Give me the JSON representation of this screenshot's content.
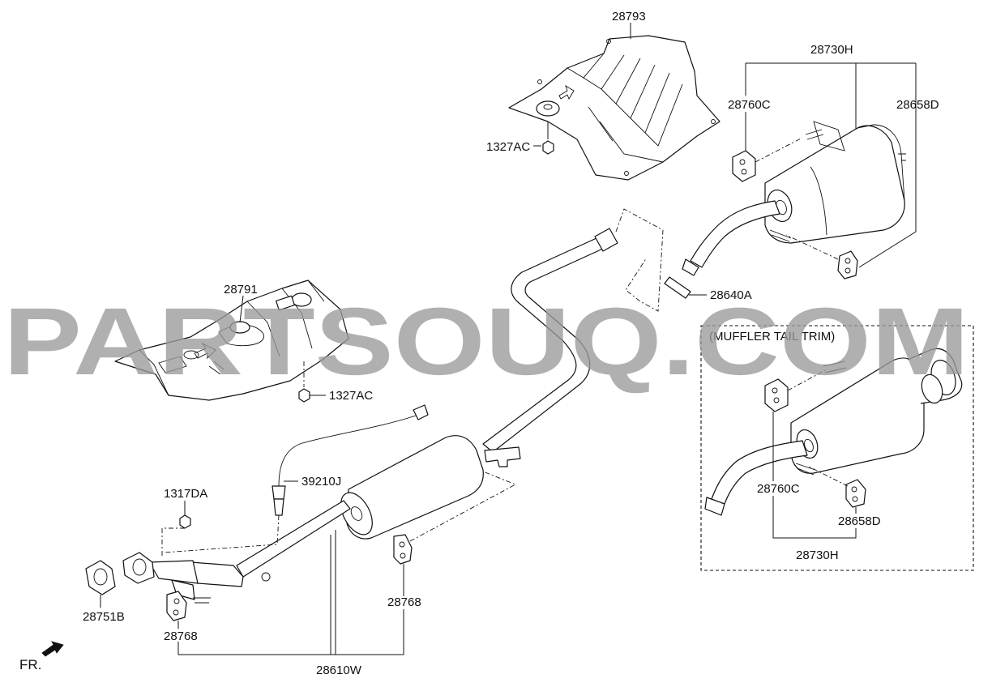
{
  "diagram": {
    "labels": {
      "p28793": "28793",
      "p28730H_top": "28730H",
      "p28760C_top": "28760C",
      "p28658D_top": "28658D",
      "p1327AC_top": "1327AC",
      "p28791": "28791",
      "p28640A": "28640A",
      "p1327AC_mid": "1327AC",
      "p39210J": "39210J",
      "p1317DA": "1317DA",
      "p28751B": "28751B",
      "p28768_right": "28768",
      "p28768_left": "28768",
      "p28610W": "28610W",
      "p28760C_inset": "28760C",
      "p28658D_inset": "28658D",
      "p28730H_inset": "28730H"
    },
    "inset_title": "(MUFFLER TAIL TRIM)",
    "front_indicator": "FR.",
    "watermark": "PARTSOUQ.COM"
  }
}
